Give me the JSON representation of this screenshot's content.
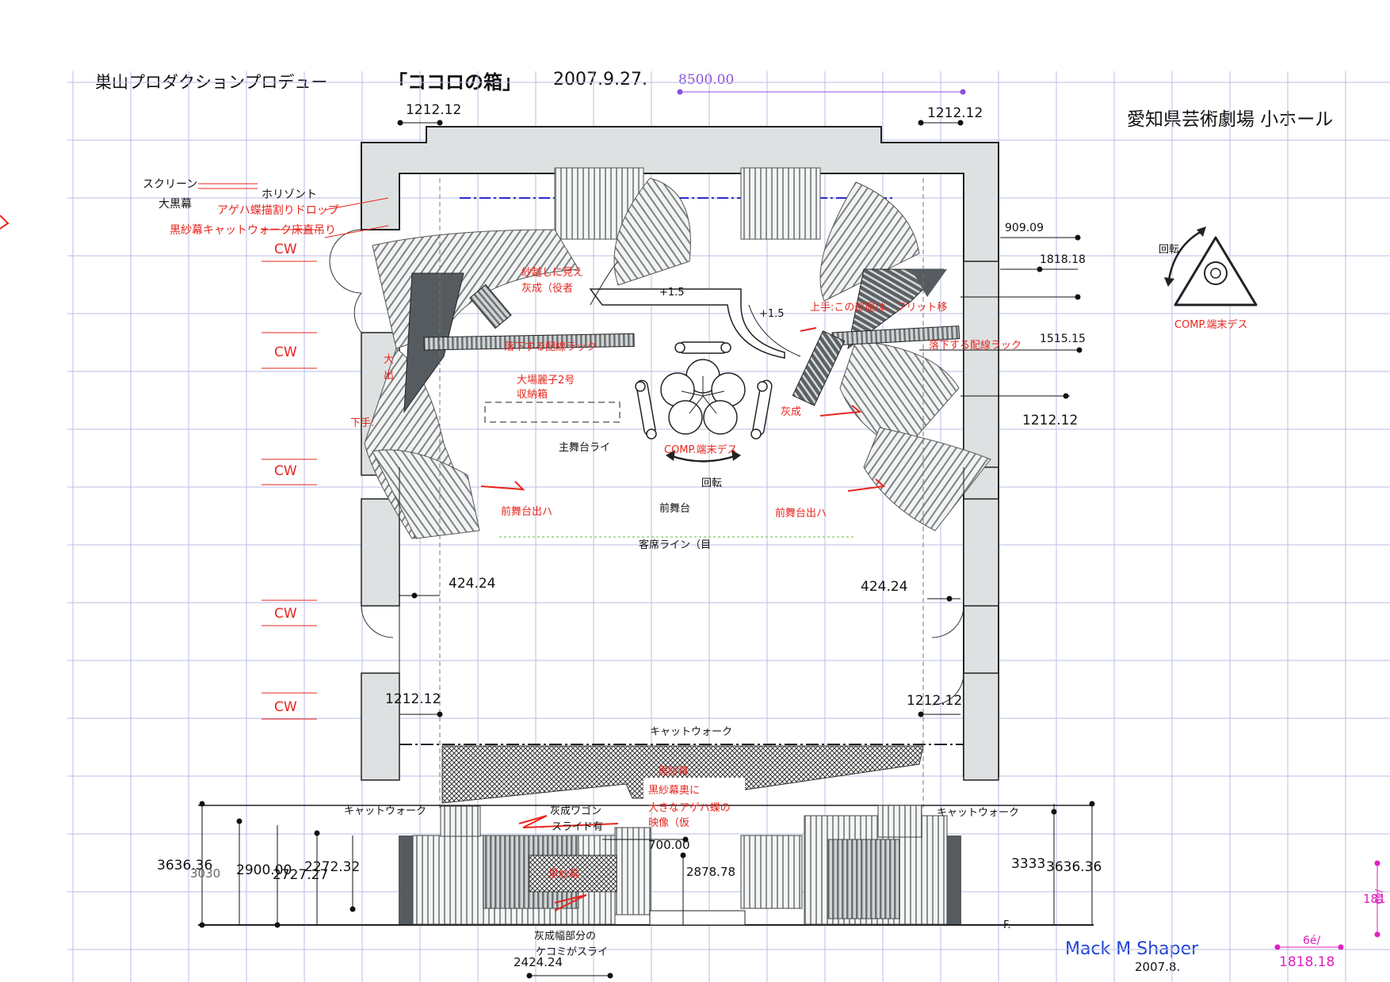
{
  "header": {
    "producer": "巣山プロダクションプロデュー",
    "title": "「ココロの箱」",
    "date": "2007.9.27.",
    "overall_width": "8500.00",
    "venue": "愛知県芸術劇場 小ホール"
  },
  "author": {
    "name": "Mack M Shaper",
    "date": "2007.8."
  },
  "colors": {
    "grid": "#b9bde6",
    "wall_fill": "#dde1e1",
    "wall_stroke": "#222222",
    "red_note": "#e8261f",
    "dark_panel": "#555b5f",
    "purple_dim": "#8a4fe0",
    "magenta_dim": "#e020c0",
    "blue_line": "#2a2ad0"
  },
  "legend": {
    "screen": "スクリーン",
    "horizont": "ホリゾント",
    "main_curtain": "大黒幕",
    "agehacho_drop": "アゲハ蝶描割りドロップ",
    "black_gauze_catwalk": "黒紗幕キャットウォーク床直吊り"
  },
  "cw_labels": [
    "CW",
    "CW",
    "CW",
    "CW",
    "CW"
  ],
  "stage_labels": {
    "gauze_see": [
      "紗越しに見え",
      "灰成（役者"
    ],
    "plus_left": "+1.5",
    "plus_right": "+1.5",
    "upper_note": "上手:この部屋は、フリット移",
    "falling_rack_left": "落下する配線ラック",
    "falling_rack_right": "落下する配線ラック",
    "oba_reiko": [
      "大場麗子2号",
      "収納箱"
    ],
    "left_fragment": [
      "大",
      "出"
    ],
    "shimote_fragment": "下手:",
    "haisei": "灰成",
    "main_stage_line": "主舞台ライ",
    "comp_desk": "COMP.端末デス",
    "rotation": "回転",
    "front_stage": "前舞台",
    "front_stage_out_left": "前舞台出ハ",
    "front_stage_out_right": "前舞台出ハ",
    "audience_line": "客席ライン（目",
    "catwalk_top": "キャットウォーク",
    "catwalk_left": "キャットウォーク",
    "catwalk_right": "キャットウォーク",
    "black_gauze": "黒紗幕",
    "gauze_back_note": [
      "黒紗幕奥に",
      "大きなアゲハ蝶の",
      "映像（仮"
    ],
    "haisei_wagon": [
      "灰成ワゴン",
      "スライド有"
    ],
    "black_gauze_small": "黒紗幕",
    "haisei_width_note": [
      "灰成幅部分の",
      "ケコミがスライ"
    ],
    "f_mark": "F."
  },
  "dimensions": {
    "top_left": "1212.12",
    "top_right": "1212.12",
    "r_909": "909.09",
    "r_1818": "1818.18",
    "r_1515": "1515.15",
    "r_1212": "1212.12",
    "left_424": "424.24",
    "right_424": "424.24",
    "low_left_1212": "1212.12",
    "low_right_1212": "1212.12",
    "d_3636_left": "3636.36",
    "d_3030": "3030",
    "d_2900": "2900.00",
    "d_2272": "2272.32",
    "d_2727": "2727.27",
    "d_700": "700.00",
    "d_2878": "2878.78",
    "d_3333": "3333",
    "d_3636_right": "3636.36",
    "d_2424": "2424.24",
    "magenta_1818": "1818.18",
    "magenta_6e": "6é/",
    "magenta_side_181": "181",
    "magenta_side_6e": "6é/"
  },
  "rotation_legend": {
    "label": "回転",
    "comp": "COMP.端末デス"
  }
}
